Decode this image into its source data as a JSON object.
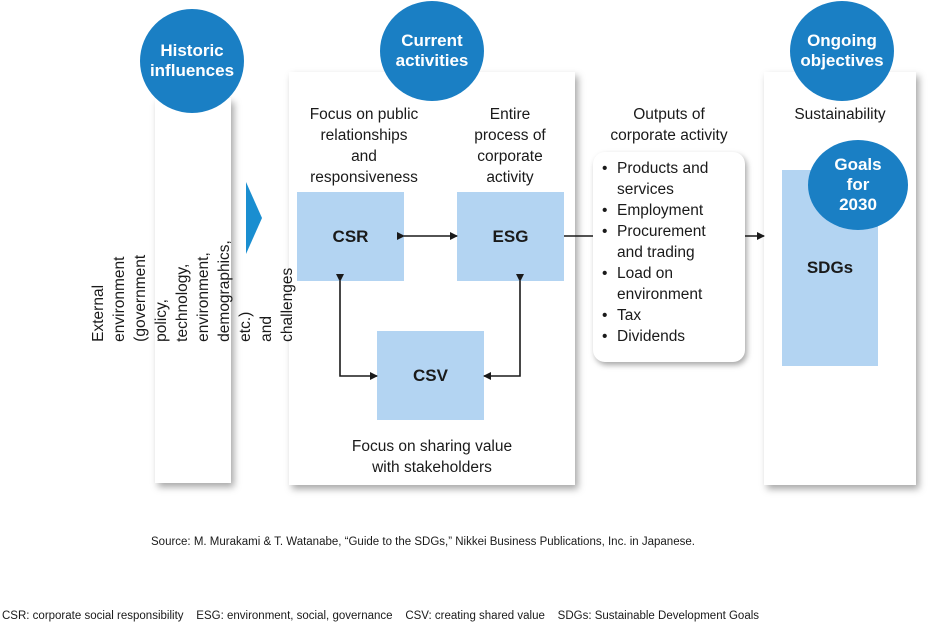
{
  "circles": {
    "historic": "Historic\ninfluences",
    "current": "Current\nactivities",
    "ongoing": "Ongoing\nobjectives",
    "goals": "Goals\nfor\n2030"
  },
  "historic_panel": {
    "text": "External environment (government policy,\ntechnology, environment, demographics, etc.)\nand challenges"
  },
  "current_panel": {
    "csr_caption": "Focus on public\nrelationships\nand\nresponsiveness",
    "esg_caption": "Entire\nprocess of\ncorporate\nactivity",
    "csv_caption": "Focus on sharing value\nwith stakeholders",
    "boxes": {
      "csr": "CSR",
      "esg": "ESG",
      "csv": "CSV"
    }
  },
  "outputs": {
    "title": "Outputs of\ncorporate activity",
    "items": [
      "Products and\nservices",
      "Employment",
      "Procurement\nand trading",
      "Load on\nenvironment",
      "Tax",
      "Dividends"
    ]
  },
  "ongoing_panel": {
    "label": "Sustainability",
    "box": "SDGs"
  },
  "colors": {
    "circle_blue": "#1a7fc4",
    "box_blue": "#b3d4f2",
    "arrow_blue": "#1a8ed0"
  },
  "source": "Source: M. Murakami & T. Watanabe, “Guide to the SDGs,” Nikkei Business Publications, Inc. in Japanese.",
  "abbreviations": "CSR: corporate social responsibility    ESG: environment, social, governance    CSV: creating shared value    SDGs: Sustainable Development Goals"
}
